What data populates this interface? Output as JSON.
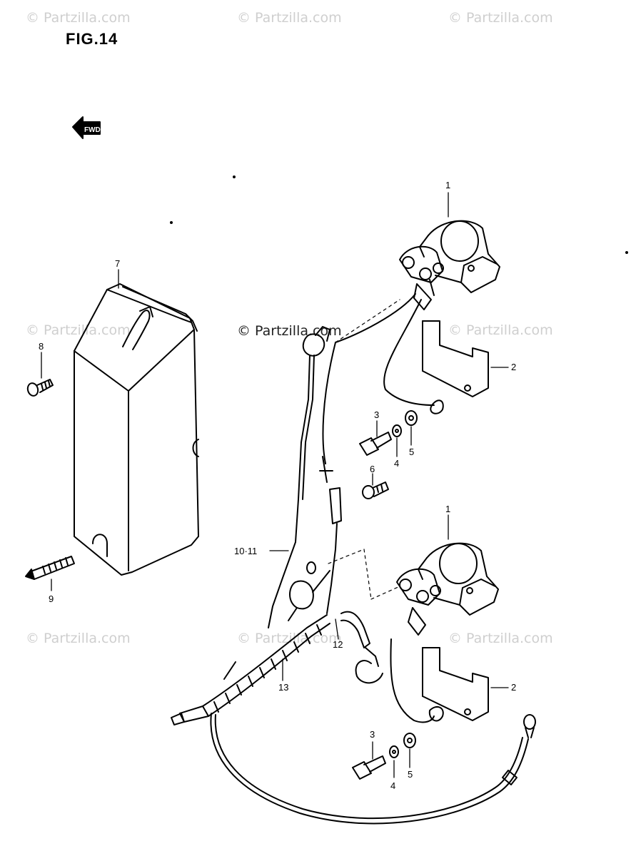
{
  "figure": {
    "title": "FIG.14",
    "front_marker": "FWD"
  },
  "watermark": {
    "text": "© Partzilla.com"
  },
  "callouts": {
    "c1_top": "1",
    "c1_bottom": "1",
    "c2_top": "2",
    "c2_bottom": "2",
    "c3_top": "3",
    "c3_bottom": "3",
    "c4_top": "4",
    "c4_bottom": "4",
    "c5_top": "5",
    "c5_bottom": "5",
    "c6": "6",
    "c7": "7",
    "c8": "8",
    "c9": "9",
    "c10_11": "10·11",
    "c12": "12",
    "c13": "13"
  },
  "colors": {
    "line": "#000000",
    "watermark": "#cfcfcf",
    "background": "#ffffff"
  }
}
